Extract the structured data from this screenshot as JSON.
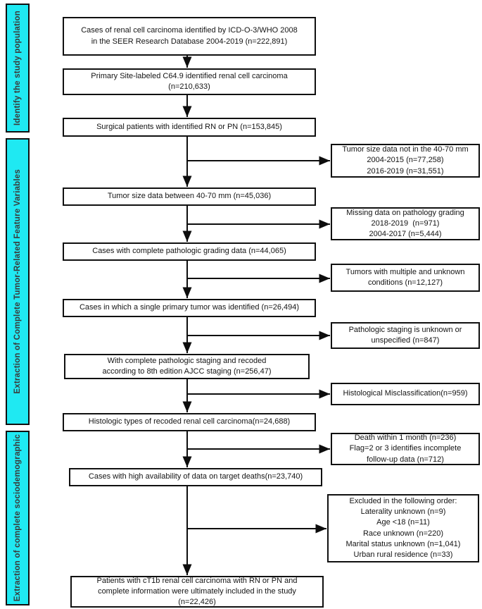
{
  "colors": {
    "phase_fill": "#1fe9f2",
    "phase_text": "#3a3a3a",
    "box_border": "#101010",
    "arrow": "#0d0d0d",
    "background": "#ffffff"
  },
  "phases": [
    {
      "label": "Identify the study population"
    },
    {
      "label": "Extraction of Complete Tumor-Related Feature Variables"
    },
    {
      "label": "Extraction of complete sociodemographic"
    }
  ],
  "main_flow": [
    {
      "text": "Cases of renal cell carcinoma identified by ICD-O-3/WHO 2008\nin the SEER Research Database 2004-2019 (n=222,891)"
    },
    {
      "text": "Primary Site-labeled C64.9 identified renal cell carcinoma\n(n=210,633)"
    },
    {
      "text": "Surgical patients with identified RN or PN (n=153,845)"
    },
    {
      "text": "Tumor size data between 40-70 mm (n=45,036)"
    },
    {
      "text": "Cases with complete pathologic grading data (n=44,065)"
    },
    {
      "text": "Cases in which a single primary tumor was identified (n=26,494)"
    },
    {
      "text": "With complete pathologic staging and recoded\naccording to 8th edition AJCC staging (n=256,47)"
    },
    {
      "text": "Histologic types of recoded renal cell carcinoma(n=24,688)"
    },
    {
      "text": "Cases with high availability of data on target deaths(n=23,740)"
    },
    {
      "text": "Patients with cT1b renal cell carcinoma with RN or PN and\ncomplete information were ultimately included in the study\n(n=22,426)"
    }
  ],
  "exclusions": [
    {
      "text": "Tumor size data not in the 40-70 mm\n2004-2015 (n=77,258)\n2016-2019 (n=31,551)"
    },
    {
      "text": "Missing data on pathology grading\n2018-2019  (n=971)\n2004-2017 (n=5,444)"
    },
    {
      "text": "Tumors with multiple and unknown\nconditions (n=12,127)"
    },
    {
      "text": "Pathologic staging is unknown or\nunspecified (n=847)"
    },
    {
      "text": "Histological Misclassification(n=959)"
    },
    {
      "text": "Death within 1 month (n=236)\nFlag=2 or 3 identifies incomplete\nfollow-up data (n=712)"
    },
    {
      "text": "Excluded in the following order:\nLaterality unknown (n=9)\nAge <18 (n=11)\nRace unknown (n=220)\nMarital status unknown (n=1,041)\nUrban rural residence (n=33)"
    }
  ]
}
